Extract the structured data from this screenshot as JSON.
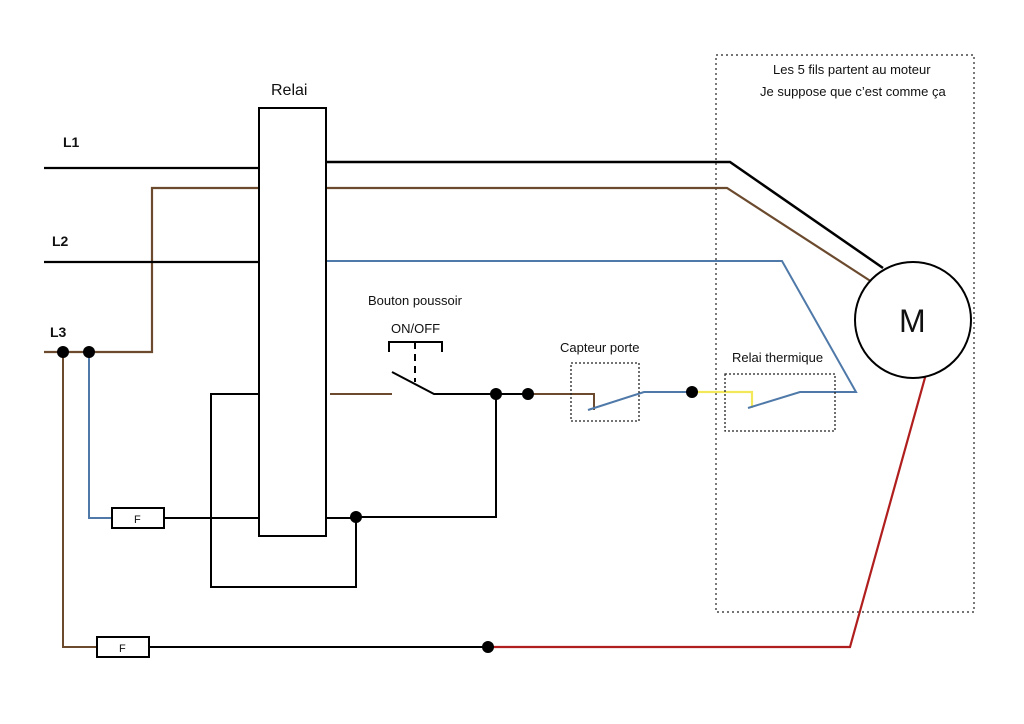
{
  "lines": {
    "l1": "L1",
    "l2": "L2",
    "l3": "L3"
  },
  "relay": {
    "label": "Relai"
  },
  "push_button": {
    "title": "Bouton poussoir",
    "state": "ON/OFF"
  },
  "door_sensor": {
    "label": "Capteur porte"
  },
  "thermal_relay": {
    "label": "Relai thermique"
  },
  "fuses": {
    "upper": "F",
    "lower": "F"
  },
  "motor": {
    "label": "M"
  },
  "note": {
    "line1": "Les 5 fils partent au moteur",
    "line2": "Je suppose que c’est comme ça"
  },
  "colors": {
    "black": "#000000",
    "brown": "#6b4a2e",
    "blue": "#4f79a8",
    "yellow": "#f2e85a",
    "red": "#b01e1e"
  }
}
